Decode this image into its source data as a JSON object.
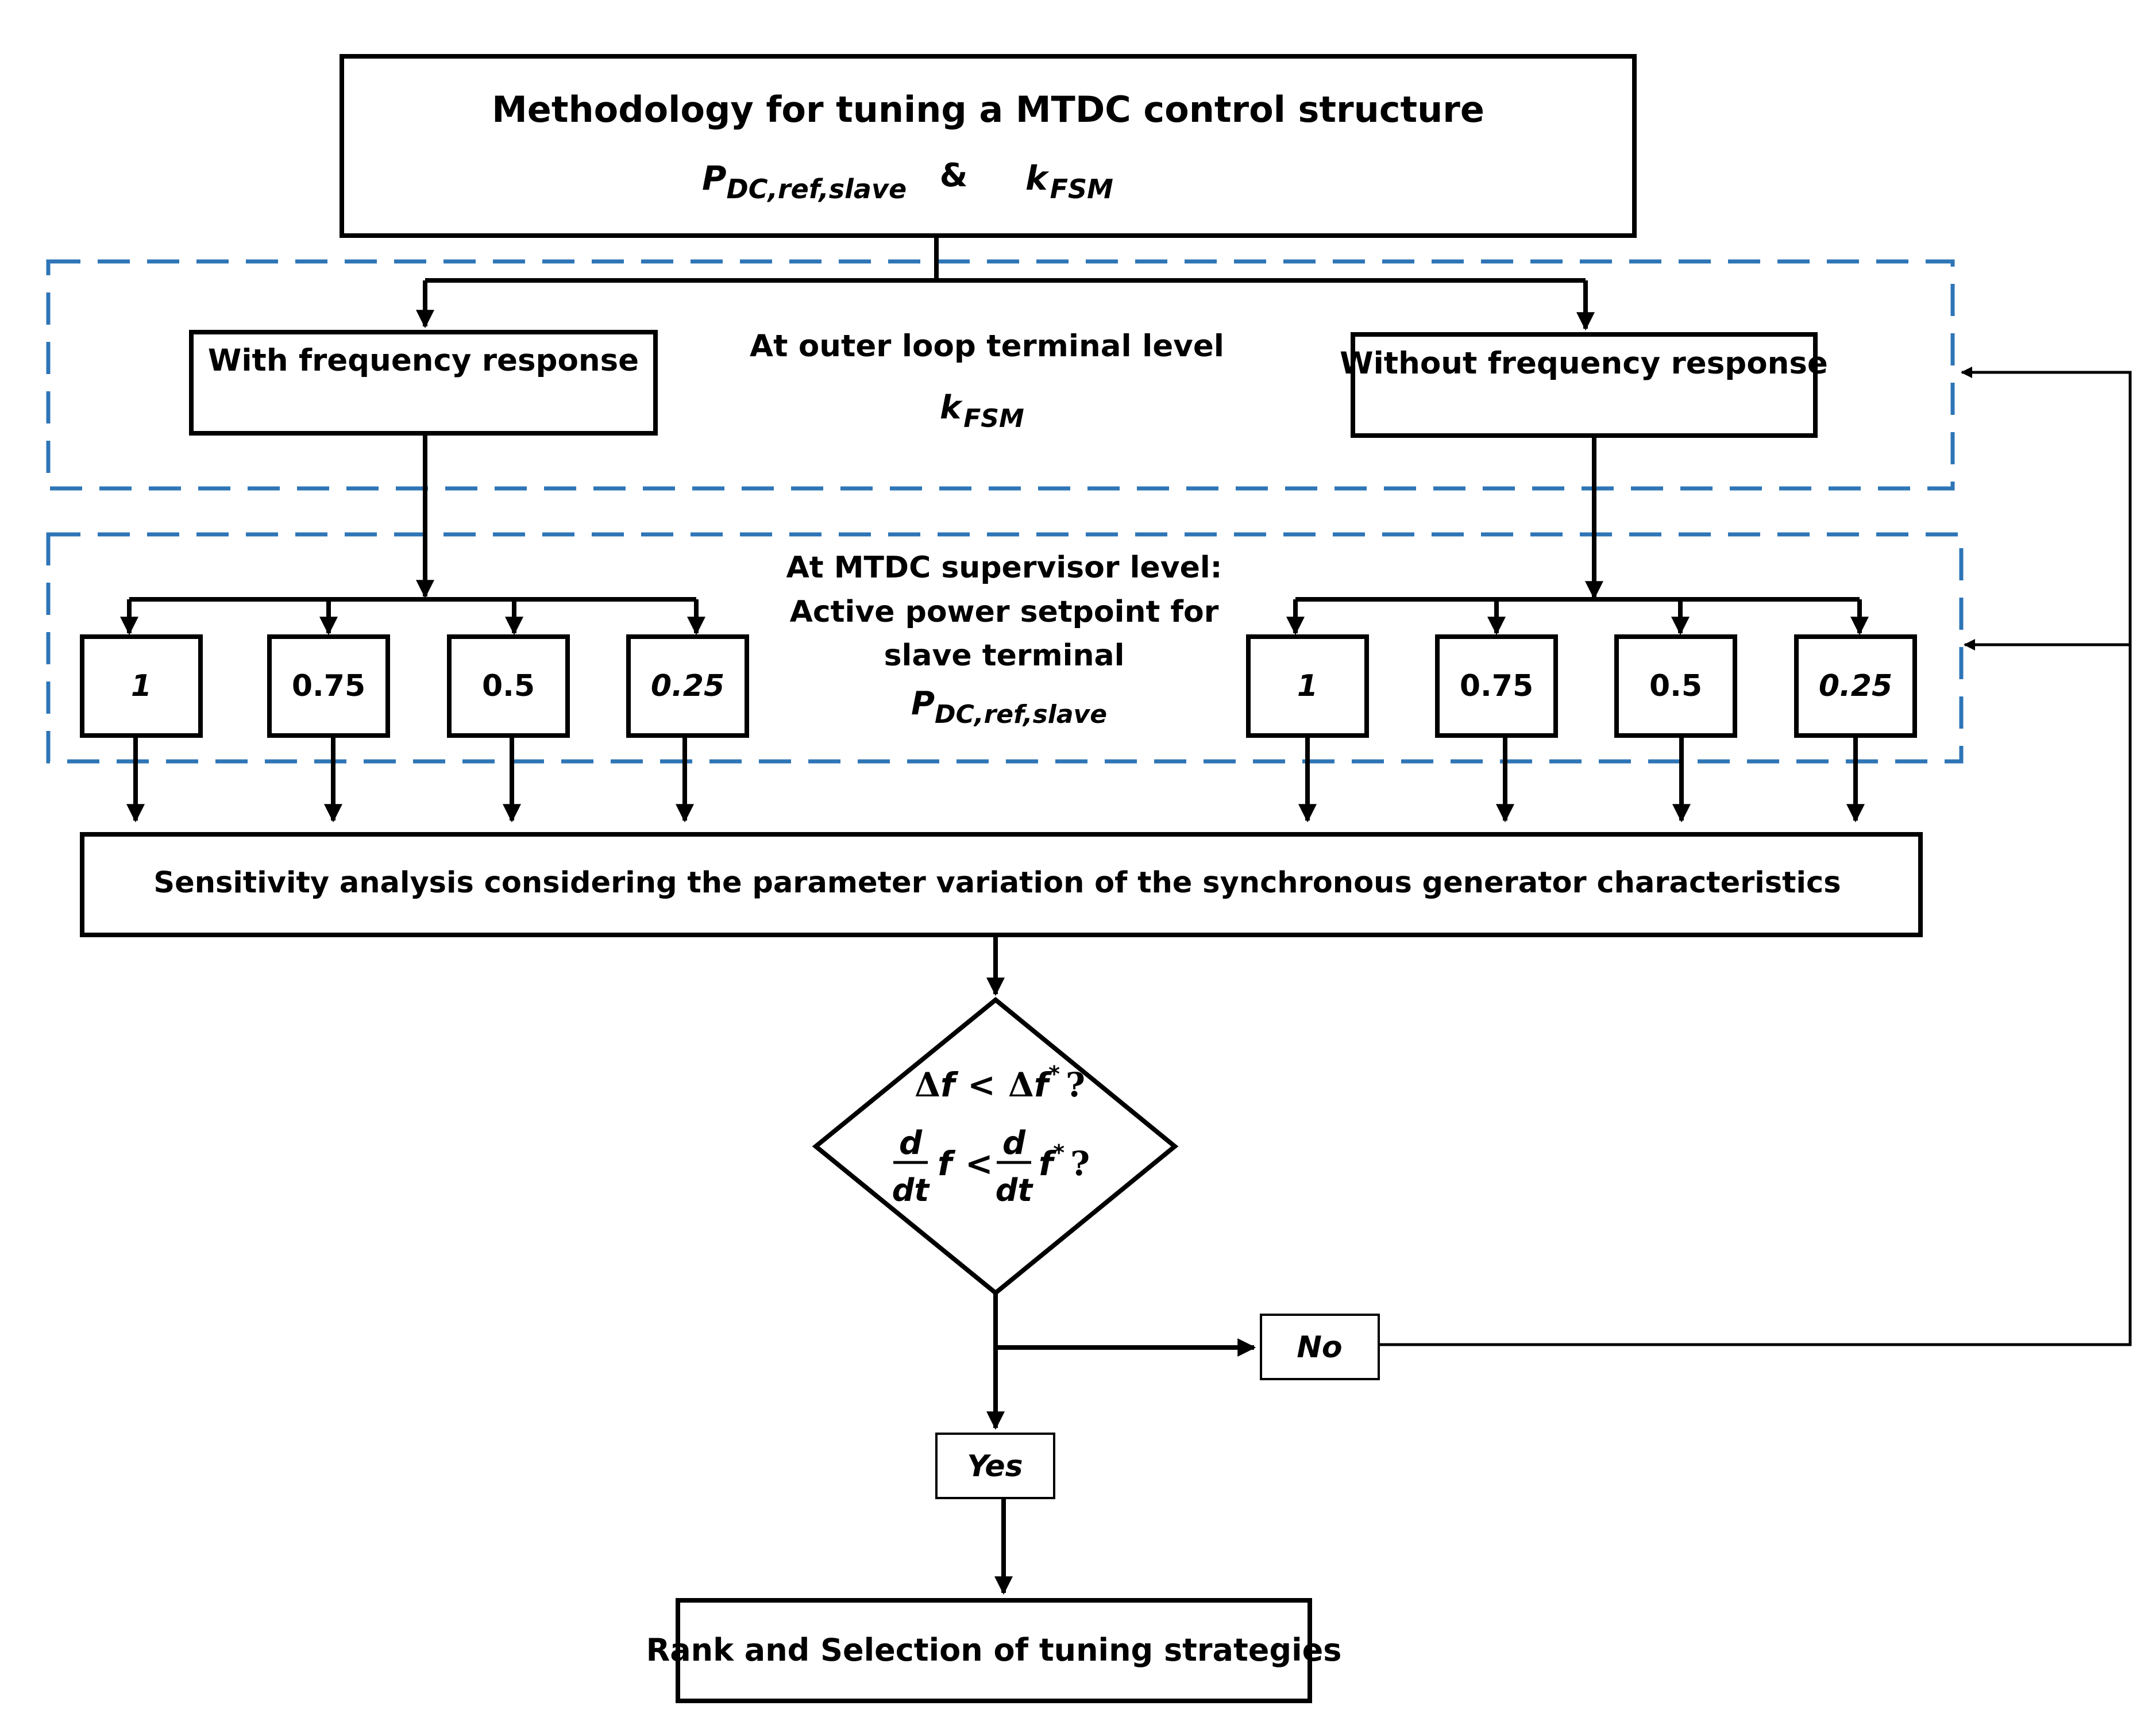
{
  "colors": {
    "group_border": "#2e75b6",
    "line": "#000000"
  },
  "title": {
    "heading": "Methodology for tuning a MTDC control structure",
    "ampersand": "&"
  },
  "outer_loop": {
    "label": "At outer loop terminal level",
    "with_label": "With frequency response",
    "without_label": "Without frequency response"
  },
  "supervisor": {
    "line1": "At MTDC supervisor level:",
    "line2": "Active power setpoint for",
    "line3": "slave terminal"
  },
  "setpoints": [
    "1",
    "0.75",
    "0.5",
    "0.25"
  ],
  "symbols": {
    "P": "P",
    "pdc_sub": "DC,ref,slave",
    "k": "k",
    "kfsm_sub": "FSM"
  },
  "sensitivity_label": "Sensitivity analysis considering the parameter variation of the synchronous generator characteristics",
  "decision": {
    "delta": "Δ",
    "f": "f",
    "lt": "<",
    "star": "*",
    "q": "?",
    "d": "d",
    "dt": "dt"
  },
  "no_label": "No",
  "yes_label": "Yes",
  "final_label": "Rank and Selection of tuning strategies"
}
